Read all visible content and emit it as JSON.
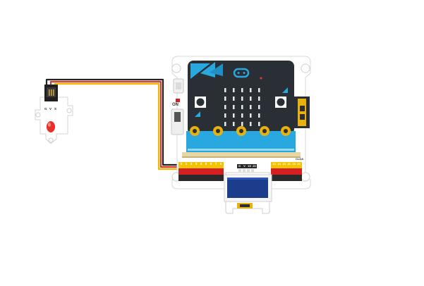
{
  "expansion_board": {
    "switch_label": "ON",
    "pins_left": [
      "0",
      "1",
      "2",
      "3",
      "4",
      "5",
      "6",
      "7",
      "8"
    ],
    "pins_i2c": [
      "G",
      "V",
      "19",
      "20"
    ],
    "pins_right": [
      "13",
      "14",
      "15",
      "16",
      "19",
      "20"
    ],
    "i2c_label": "CLDA"
  },
  "led_module": {
    "pin_labels": [
      "G",
      "V",
      "S"
    ]
  },
  "colors": {
    "board": "#ffffff",
    "board_outline": "#dddddd",
    "microbit_body": "#2a2f36",
    "microbit_edge": "#29a8e0",
    "wire_black": "#222222",
    "wire_red": "#d63b2c",
    "wire_yellow": "#f4b400",
    "oled_screen": "#1c3c8c",
    "led": "#e8302b",
    "gold": "#e9b10c",
    "pin_red": "#d42020",
    "pin_yellow": "#f3c200"
  }
}
